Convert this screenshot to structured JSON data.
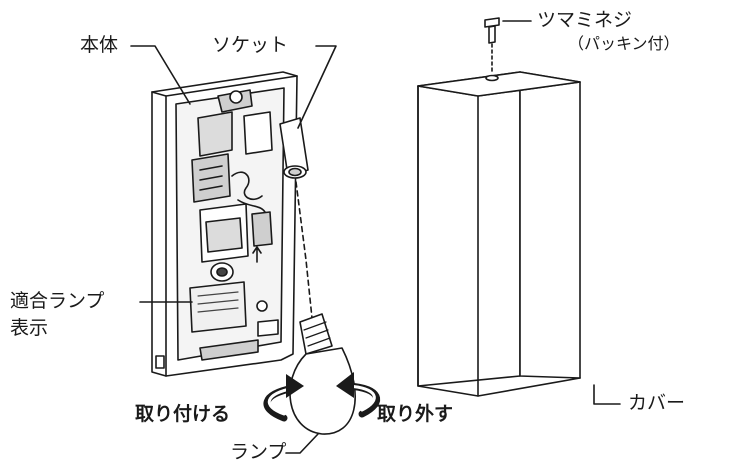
{
  "labels": {
    "body": "本体",
    "socket": "ソケット",
    "knob_screw": "ツマミネジ",
    "knob_screw_note": "（パッキン付）",
    "compatible_lamp_line1": "適合ランプ",
    "compatible_lamp_line2": "表示",
    "attach": "取り付ける",
    "remove": "取り外す",
    "lamp": "ランプ",
    "cover": "カバー"
  },
  "colors": {
    "line": "#1a1a1a",
    "fill": "#ffffff",
    "shade": "#cfcfcf",
    "dark": "#444444"
  }
}
